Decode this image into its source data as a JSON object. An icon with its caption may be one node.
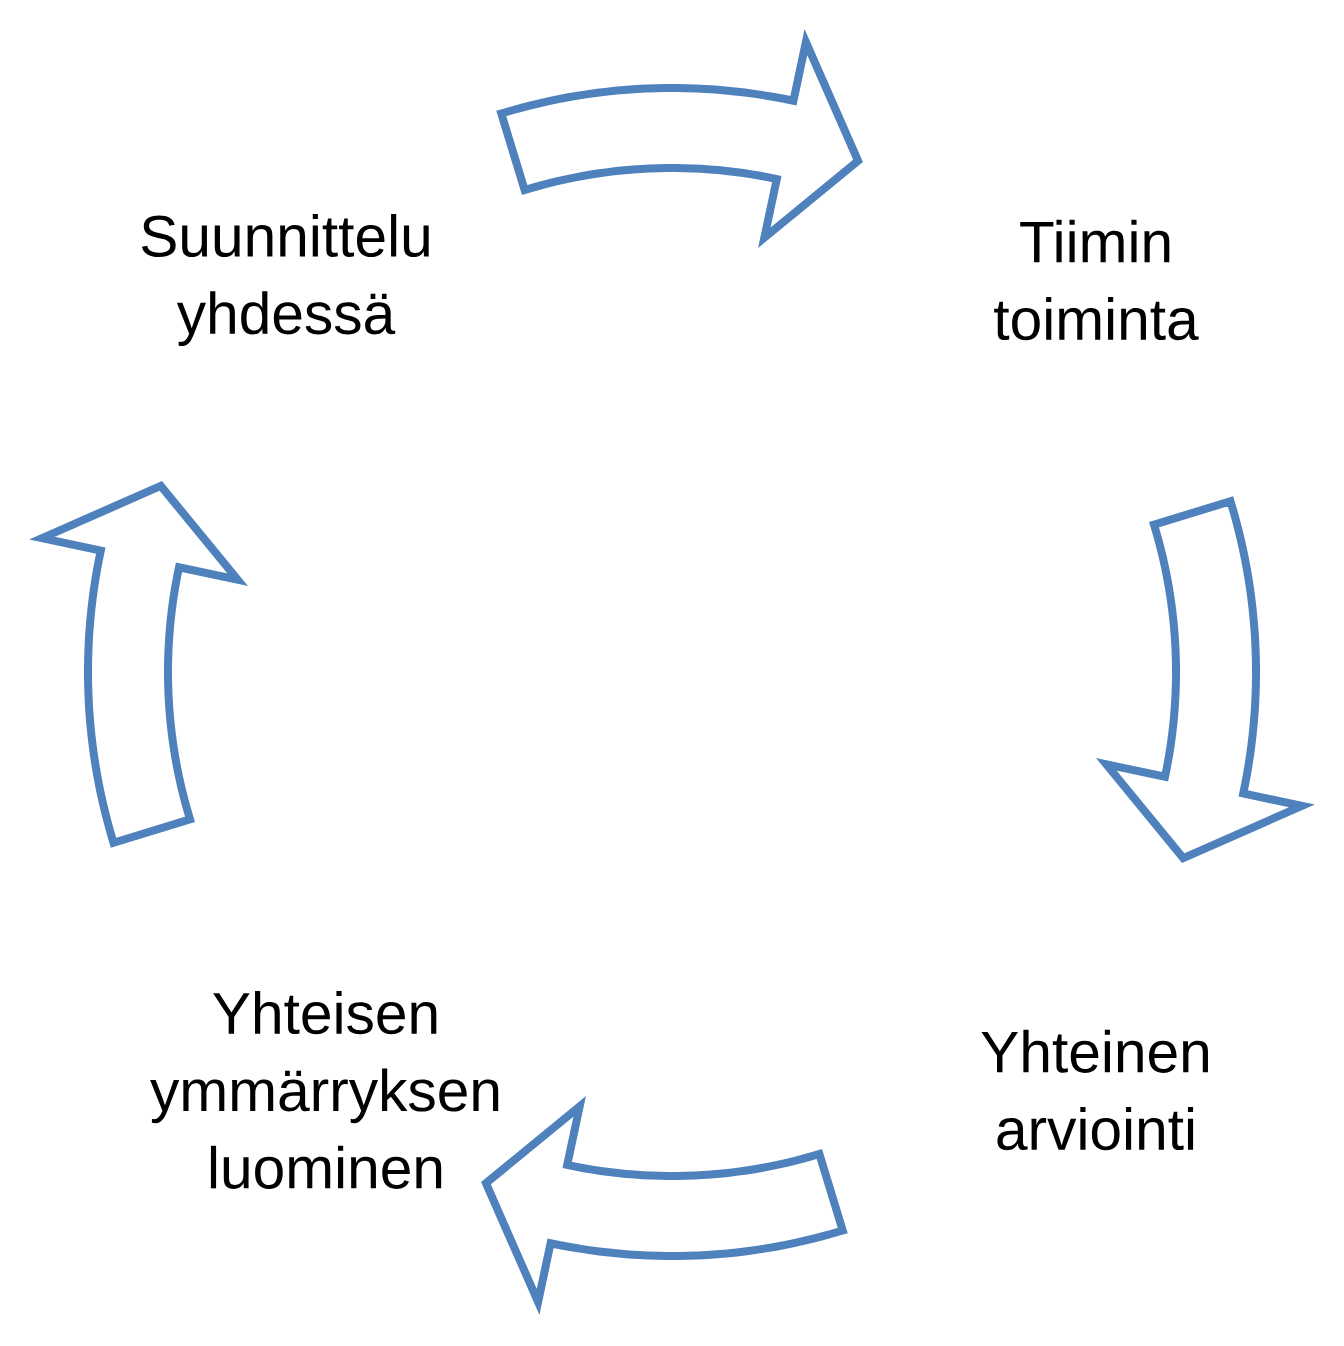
{
  "diagram": {
    "nodes": [
      {
        "text": [
          "Suunnittelu yhdessä"
        ]
      },
      {
        "text": [
          "Tiimin toiminta"
        ]
      },
      {
        "text": [
          "Yhteinen arviointi"
        ]
      },
      {
        "text": [
          "Yhteisen ymmärryksen luominen"
        ]
      }
    ],
    "edges": [
      {
        "from": 0,
        "to": 1,
        "arrow": "to"
      },
      {
        "from": 1,
        "to": 2,
        "arrow": "to"
      },
      {
        "from": 2,
        "to": 3,
        "arrow": "to"
      },
      {
        "from": 3,
        "to": 0,
        "arrow": "to"
      }
    ]
  }
}
